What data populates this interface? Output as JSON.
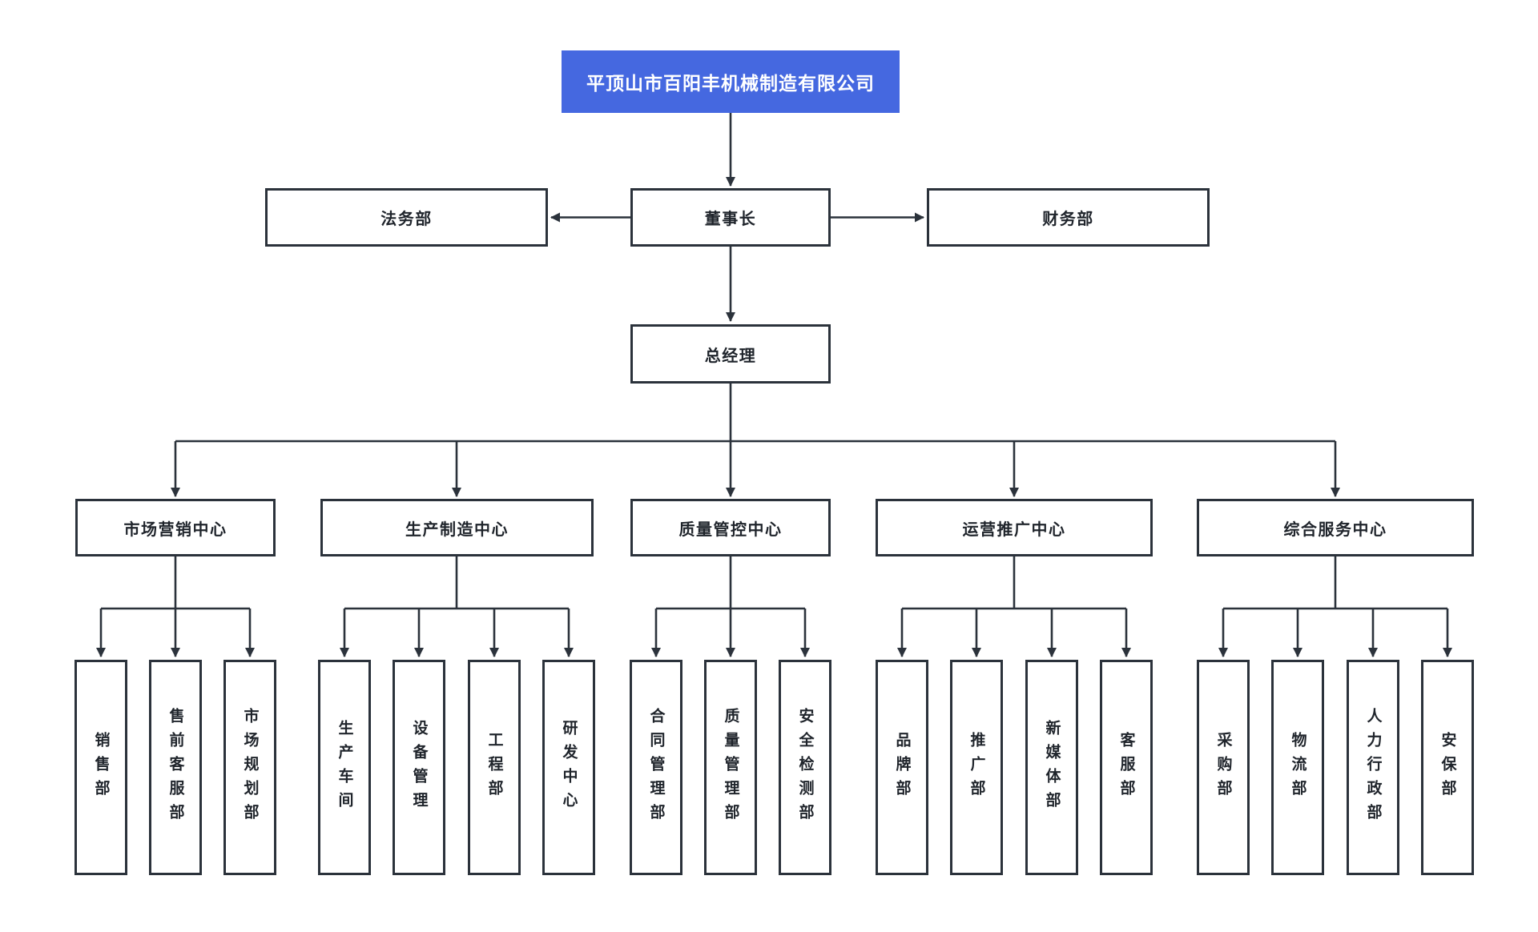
{
  "org": {
    "company": "平顶山市百阳丰机械制造有限公司",
    "executives": {
      "chairman": "董事长",
      "general_manager": "总经理"
    },
    "staff_departments": {
      "left": "法务部",
      "right": "财务部"
    },
    "centers": [
      {
        "label": "市场营销中心",
        "departments": [
          "销售部",
          "售前客服部",
          "市场规划部"
        ]
      },
      {
        "label": "生产制造中心",
        "departments": [
          "生产车间",
          "设备管理",
          "工程部",
          "研发中心"
        ]
      },
      {
        "label": "质量管控中心",
        "departments": [
          "合同管理部",
          "质量管理部",
          "安全检测部"
        ]
      },
      {
        "label": "运营推广中心",
        "departments": [
          "品牌部",
          "推广部",
          "新媒体部",
          "客服部"
        ]
      },
      {
        "label": "综合服务中心",
        "departments": [
          "采购部",
          "物流部",
          "人力行政部",
          "安保部"
        ]
      }
    ]
  },
  "colors": {
    "accent_blue": "#4568E0",
    "line": "#2b323b",
    "text": "#1f242b",
    "node_background": "#ffffff",
    "title_text": "#ffffff"
  }
}
